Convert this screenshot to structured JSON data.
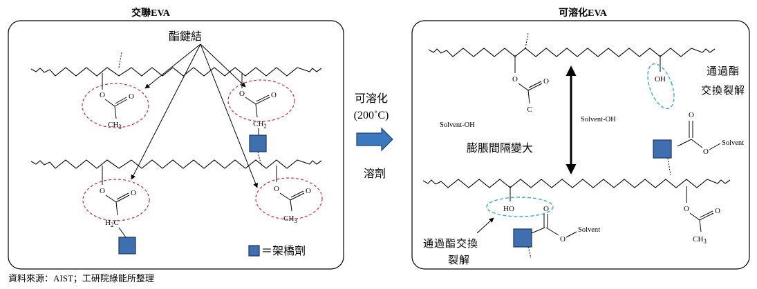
{
  "left_panel": {
    "title": "交聯EVA",
    "ester_label": "酯鍵結",
    "ch3": "CH",
    "ch3_sub": "3",
    "ch2": "CH",
    "ch2_sub": "2",
    "h2c_h": "H",
    "h2c_sub": "2",
    "h2c_c": "C",
    "o": "O",
    "legend_label": "＝架橋劑"
  },
  "middle": {
    "line1": "可溶化",
    "line2": "(200˚C)",
    "solvent": "溶劑"
  },
  "right_panel": {
    "title": "可溶化EVA",
    "solvent_oh": "Solvent-OH",
    "swelling": "膨脹間隔變大",
    "cleave_top_line1": "通過酯",
    "cleave_top_line2": "交換裂解",
    "cleave_bottom_line1": "通過酯交換",
    "cleave_bottom_line2": "裂解",
    "oh": "OH",
    "ho": "HO",
    "c": "C",
    "o": "O",
    "solvent": "Solvent",
    "ch3": "CH",
    "ch3_sub": "3"
  },
  "footer": {
    "source": "資料來源：AIST；工研院綠能所整理"
  },
  "colors": {
    "crosslinker": "#3f6fb0",
    "ester_ellipse": "#d0282d",
    "cleave_ellipse": "#38a8d8",
    "transition_arrow": "#3a78c0"
  }
}
